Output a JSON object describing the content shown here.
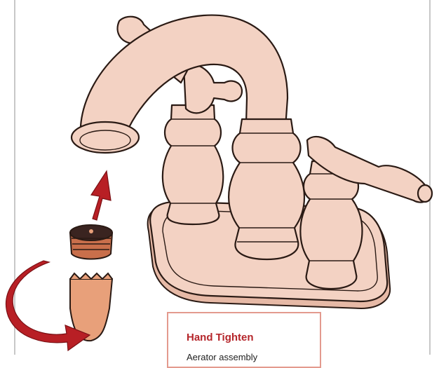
{
  "callout": {
    "title": "Hand Tighten",
    "body": "Aerator assembly"
  },
  "illustration": {
    "subject": "two-handle centerset bathroom faucet with removable aerator",
    "finish_color": "#f3d2c3",
    "outline_color": "#2a1a14",
    "arrow_color": "#b81f25",
    "aerator_color": "#c96f4b",
    "icons": [
      "upward-arrow-icon",
      "curved-rotate-arrow-icon"
    ]
  },
  "colors": {
    "accent": "#b5262b",
    "callout_border": "#e39a8e",
    "frame": "#c8c8c8"
  }
}
